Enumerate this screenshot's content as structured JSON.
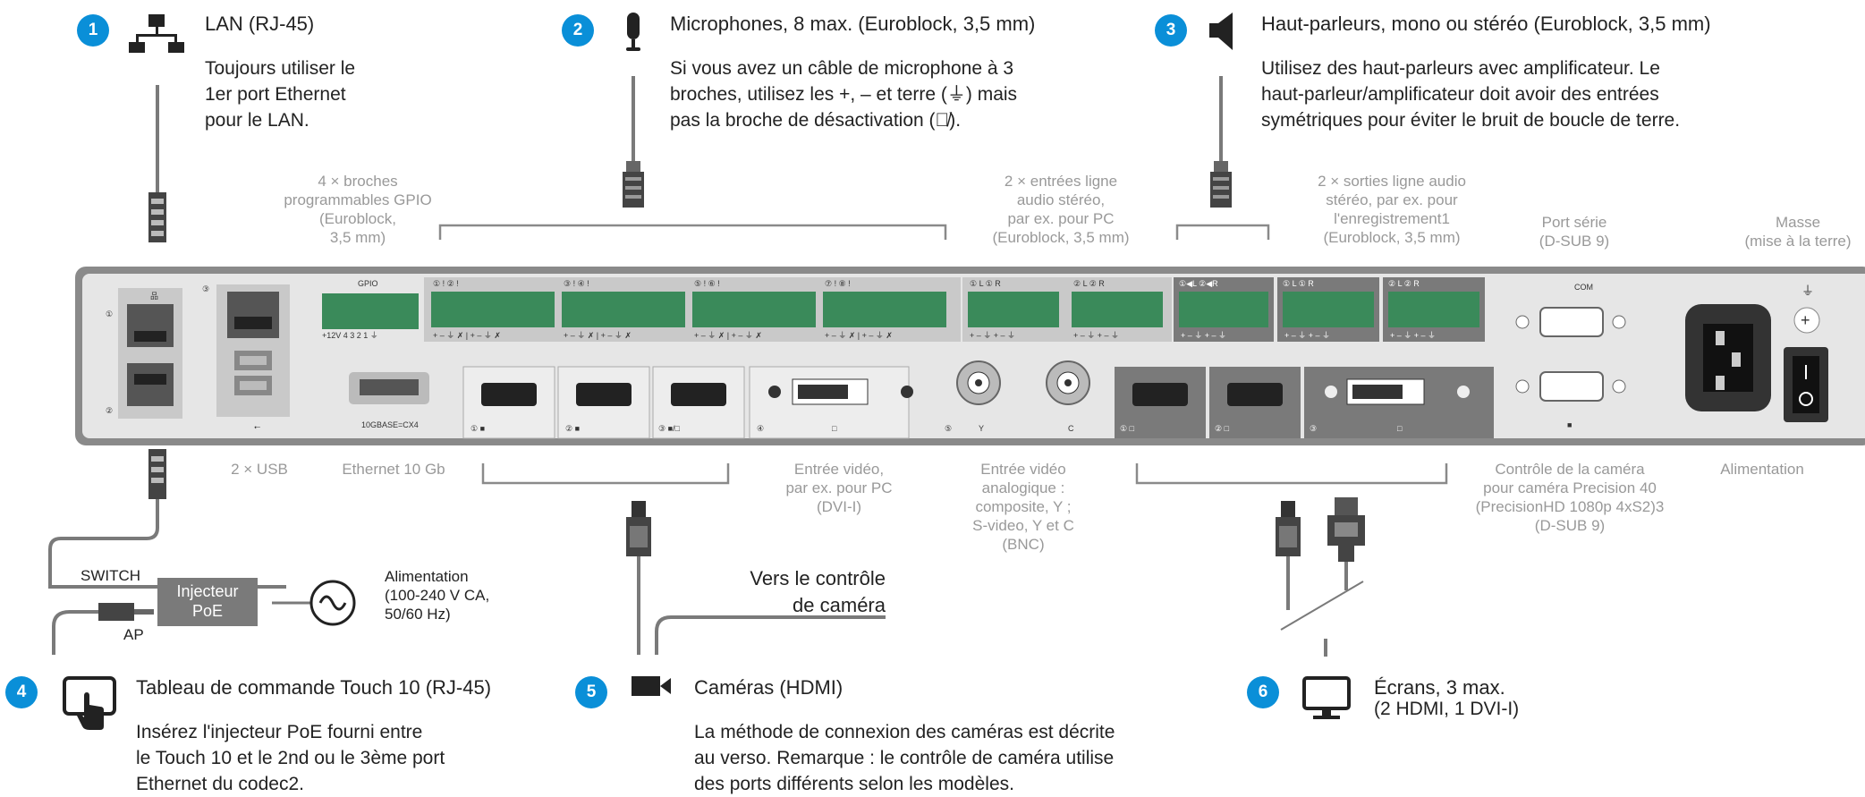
{
  "sections": [
    {
      "number": "1",
      "icon": "lan-icon",
      "title": "LAN (RJ-45)",
      "body": [
        "Toujours utiliser le",
        "1er port Ethernet",
        "pour le LAN."
      ]
    },
    {
      "number": "2",
      "icon": "microphone-icon",
      "title": "Microphones, 8 max. (Euroblock, 3,5 mm)",
      "body": [
        "Si vous avez un câble de microphone à 3",
        "broches, utilisez les +, – et terre (⏚) mais",
        "pas la broche de désactivation (🎙̸)."
      ]
    },
    {
      "number": "3",
      "icon": "speaker-icon",
      "title": "Haut-parleurs, mono ou stéréo (Euroblock, 3,5 mm)",
      "body": [
        "Utilisez des haut-parleurs avec amplificateur. Le",
        "haut-parleur/amplificateur doit avoir des entrées",
        "symétriques pour éviter le bruit de boucle de terre."
      ]
    },
    {
      "number": "4",
      "icon": "touch-panel-icon",
      "title": "Tableau de commande Touch 10 (RJ-45)",
      "body": [
        "Insérez l'injecteur PoE fourni entre",
        "le Touch 10 et le 2nd ou le 3ème port",
        "Ethernet du codec2."
      ]
    },
    {
      "number": "5",
      "icon": "camera-icon",
      "title": "Caméras (HDMI)",
      "body": [
        "La méthode de connexion des caméras est décrite",
        "au verso. Remarque : le contrôle de caméra utilise",
        "des ports différents selon les modèles."
      ]
    },
    {
      "number": "6",
      "icon": "display-icon",
      "title": "Écrans, 3 max.",
      "body": [
        "(2 HDMI, 1 DVI-I)"
      ]
    }
  ],
  "labels": {
    "gpio": [
      "4 × broches",
      "programmables GPIO",
      "(Euroblock,",
      "3,5 mm)"
    ],
    "audio_in": [
      "2 × entrées ligne",
      "audio stéréo,",
      "par ex. pour PC",
      "(Euroblock, 3,5 mm)"
    ],
    "audio_out": [
      "2 × sorties ligne audio",
      "stéréo, par ex. pour",
      "l'enregistrement1",
      "(Euroblock, 3,5 mm)"
    ],
    "serial": [
      "Port série",
      "(D-SUB 9)"
    ],
    "ground": [
      "Masse",
      "(mise à la terre)"
    ],
    "usb": "2 × USB",
    "ethernet10g": "Ethernet 10 Gb",
    "dvi_in": [
      "Entrée vidéo,",
      "par ex. pour PC",
      "(DVI-I)"
    ],
    "analog_in": [
      "Entrée vidéo",
      "analogique :",
      "composite, Y ;",
      "S-video, Y et C",
      "(BNC)"
    ],
    "camera_control": [
      "Contrôle de la caméra",
      "pour caméra Precision 40",
      "(PrecisionHD 1080p 4xS2)3",
      "(D-SUB 9)"
    ],
    "power": "Alimentation",
    "switch": "SWITCH",
    "ap": "AP",
    "injector": [
      "Injecteur",
      "PoE"
    ],
    "mains": [
      "Alimentation",
      "(100-240 V CA,",
      "50/60 Hz)"
    ],
    "to_camera_control": [
      "Vers le contrôle",
      "de caméra"
    ]
  },
  "panel_text": {
    "gpio": "GPIO",
    "gpio_pins": "+12V 4   3   2   1  ⏚",
    "ten_g": "10GBASE=CX4",
    "com": "COM",
    "y": "Y",
    "c": "C"
  },
  "colors": {
    "accent": "#0a8fd8",
    "panel": "#e6e6e6",
    "panel_border": "#8a8a8a",
    "connector_green": "#3a8a5a",
    "dark_port": "#7a7a7a",
    "label_gray": "#999999"
  }
}
